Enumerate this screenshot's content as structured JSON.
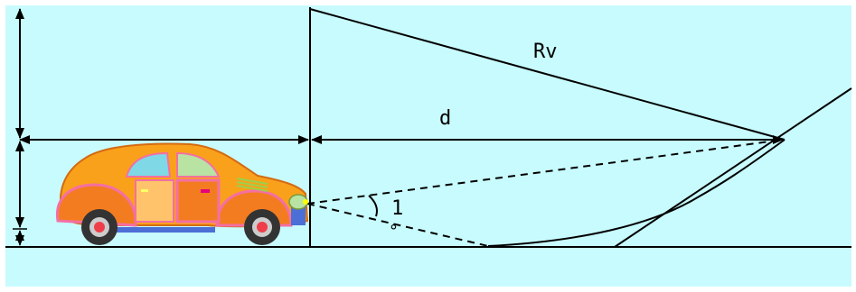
{
  "labels": {
    "rv": "Rv",
    "d": "d",
    "angle": "1",
    "degree": "°"
  },
  "colors": {
    "background": "#c8fbfd",
    "lines": "#000000",
    "car_body": "#f9a11b",
    "car_window": "#7fd8e6",
    "car_door": "#f47c20",
    "car_trim": "#f46fa3",
    "wheel": "#333333",
    "hub": "#ef3e4a",
    "bumper": "#4b6fd6",
    "headlight": "#b9e3a3"
  }
}
